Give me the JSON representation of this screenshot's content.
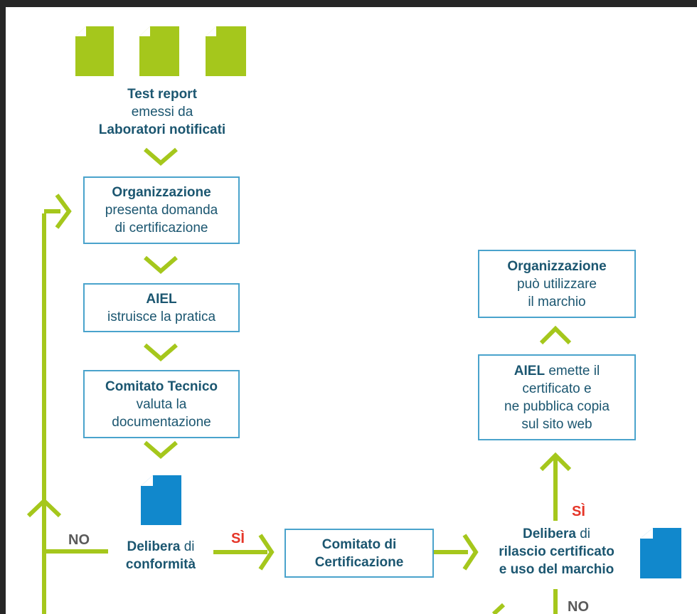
{
  "colors": {
    "green": "#a5c71c",
    "blue": "#1188cc",
    "box_border": "#4aa3cc",
    "text": "#1b5670",
    "yes": "#e53528",
    "no": "#5a5a5a"
  },
  "nodes": {
    "test_report": {
      "bold": "Test report",
      "line2": "emessi da",
      "line3": "Laboratori notificati"
    },
    "domanda": {
      "bold": "Organizzazione",
      "line2": "presenta domanda",
      "line3": "di certificazione"
    },
    "istruisce": {
      "bold": "AIEL",
      "line2": "istruisce la pratica"
    },
    "comitato_tecnico": {
      "bold": "Comitato Tecnico",
      "line2": "valuta la",
      "line3": "documentazione"
    },
    "delibera_conformita": {
      "bold": "Delibera",
      "rest": " di",
      "line2": "conformità"
    },
    "comitato_certificazione": {
      "line1": "Comitato di",
      "line2": "Certificazione"
    },
    "delibera_rilascio": {
      "bold": "Delibera",
      "rest": " di",
      "line2": "rilascio certificato",
      "line3": "e uso del marchio"
    },
    "emette": {
      "bold": "AIEL",
      "rest": " emette il",
      "line2": "certificato e",
      "line3": "ne pubblica copia",
      "line4": "sul sito web"
    },
    "utilizzare": {
      "bold": "Organizzazione",
      "line2": "può utilizzare",
      "line3": "il marchio"
    }
  },
  "labels": {
    "no_left": "NO",
    "si_left": "SÌ",
    "si_right": "SÌ",
    "no_right": "NO"
  },
  "icons": [
    "document-icon-green",
    "document-icon-green",
    "document-icon-green",
    "document-icon-blue",
    "document-icon-blue"
  ]
}
